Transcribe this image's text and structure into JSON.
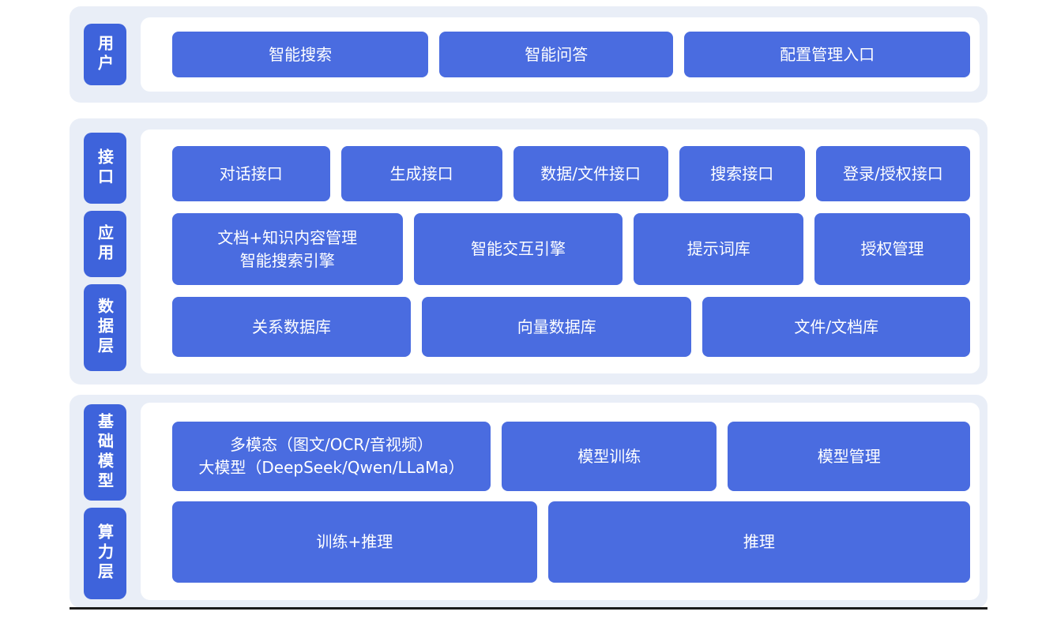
{
  "colors": {
    "block_blue": "#4a6ce0",
    "label_blue": "#3e63db",
    "section_bg": "#e9eef7",
    "panel_bg": "#ffffff",
    "text": "#ffffff"
  },
  "sections": [
    {
      "side_labels": [
        {
          "text": "用户"
        }
      ],
      "rows": [
        {
          "blocks": [
            {
              "text": "智能搜索"
            },
            {
              "text": "智能问答"
            },
            {
              "text": "配置管理入口"
            }
          ]
        }
      ]
    },
    {
      "side_labels": [
        {
          "text": "接口"
        },
        {
          "text": "应用"
        },
        {
          "text": "数据层"
        }
      ],
      "rows": [
        {
          "blocks": [
            {
              "text": "对话接口"
            },
            {
              "text": "生成接口"
            },
            {
              "text": "数据/文件接口"
            },
            {
              "text": "搜索接口"
            },
            {
              "text": "登录/授权接口"
            }
          ]
        },
        {
          "blocks": [
            {
              "text": "文档+知识内容管理\n智能搜索引擎"
            },
            {
              "text": "智能交互引擎"
            },
            {
              "text": "提示词库"
            },
            {
              "text": "授权管理"
            }
          ]
        },
        {
          "blocks": [
            {
              "text": "关系数据库"
            },
            {
              "text": "向量数据库"
            },
            {
              "text": "文件/文档库"
            }
          ]
        }
      ]
    },
    {
      "side_labels": [
        {
          "text": "基础模型"
        },
        {
          "text": "算力层"
        }
      ],
      "rows": [
        {
          "blocks": [
            {
              "text": "多模态（图文/OCR/音视频）\n大模型（DeepSeek/Qwen/LLaMa）"
            },
            {
              "text": "模型训练"
            },
            {
              "text": "模型管理"
            }
          ]
        },
        {
          "blocks": [
            {
              "text": "训练+推理"
            },
            {
              "text": "推理"
            }
          ]
        }
      ]
    }
  ]
}
